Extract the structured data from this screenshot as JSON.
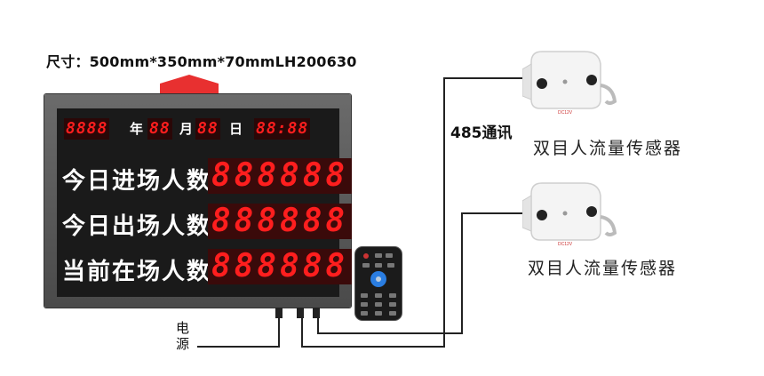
{
  "dimensions_text": "尺寸：500mm*350mm*70mmLH200630",
  "display": {
    "year_digits": "8888",
    "year_unit": "年",
    "month_digits": "88",
    "month_unit": "月",
    "day_digits": "88",
    "day_unit": "日",
    "clock_digits": "88:88",
    "rows": [
      {
        "label": "今日进场人数",
        "digits": "888888"
      },
      {
        "label": "今日出场人数",
        "digits": "888888"
      },
      {
        "label": "当前在场人数",
        "digits": "888888"
      }
    ]
  },
  "link_label": "485通讯",
  "sensor_label": "双目人流量传感器",
  "power_label": "电源",
  "colors": {
    "led": "#ff1e1e",
    "panel": "#1a1a1a",
    "frame": "#555555",
    "roof": "#e83030"
  }
}
